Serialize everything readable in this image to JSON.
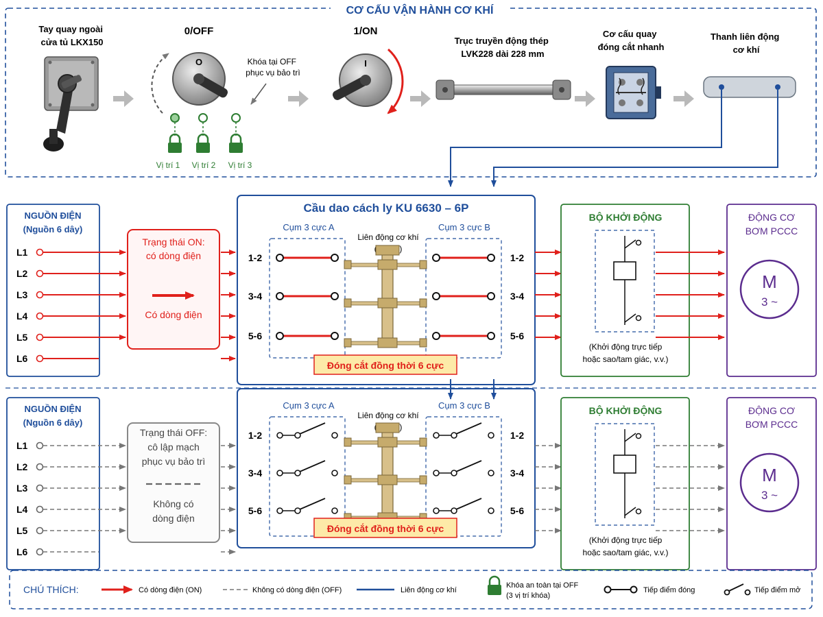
{
  "top": {
    "title": "CƠ CẤU VẬN HÀNH CƠ KHÍ",
    "handle_label": [
      "Tay quay ngoài",
      "cửa tủ LKX150"
    ],
    "off_label": "0/OFF",
    "off_dial": "O",
    "on_label": "1/ON",
    "on_dial": "I",
    "lock_note": [
      "Khóa tại OFF",
      "phục vụ bảo trì"
    ],
    "lock_positions": [
      "Vị trí 1",
      "Vị trí 2",
      "Vị trí 3"
    ],
    "shaft_label": [
      "Trục truyền động thép",
      "LVK228 dài 228 mm"
    ],
    "snap_label": [
      "Cơ cấu quay",
      "đóng cắt nhanh"
    ],
    "link_label": [
      "Thanh liên động",
      "cơ khí"
    ]
  },
  "panels": [
    {
      "state": "on",
      "source_title": [
        "NGUỒN ĐIỆN",
        "(Nguồn 6 dây)"
      ],
      "lines": [
        "L1",
        "L2",
        "L3",
        "L4",
        "L5",
        "L6"
      ],
      "state_text": [
        "Trạng thái ON:",
        "có dòng điện"
      ],
      "state_sub": [
        "Có dòng điện"
      ],
      "switch_title": "Cầu dao cách ly KU 6630 – 6P",
      "group_a": "Cụm 3 cực A",
      "group_b": "Cụm 3 cực B",
      "interlock": [
        "Liên động cơ khí",
        "(chung)"
      ],
      "pole_pairs": [
        "1-2",
        "3-4",
        "5-6"
      ],
      "switch_note": "Đóng cắt đồng thời 6 cực",
      "starter_title": "BỘ KHỞI ĐỘNG",
      "starter_note": [
        "(Khởi động trực tiếp",
        "hoặc sao/tam giác, v.v.)"
      ],
      "motor_title": [
        "ĐỘNG CƠ",
        "BƠM PCCC"
      ],
      "motor_symbol": [
        "M",
        "3 ~"
      ]
    },
    {
      "state": "off",
      "source_title": [
        "NGUỒN ĐIỆN",
        "(Nguồn 6 dây)"
      ],
      "lines": [
        "L1",
        "L2",
        "L3",
        "L4",
        "L5",
        "L6"
      ],
      "state_text": [
        "Trạng thái OFF:",
        "cô lập mạch",
        "phục vụ bảo trì"
      ],
      "state_sub": [
        "Không có",
        "dòng điện"
      ],
      "switch_title": "",
      "group_a": "Cụm 3 cực A",
      "group_b": "Cụm 3 cực B",
      "interlock": [
        "Liên động cơ khí",
        "(chung)"
      ],
      "pole_pairs": [
        "1-2",
        "3-4",
        "5-6"
      ],
      "switch_note": "Đóng cắt đồng thời 6 cực",
      "starter_title": "BỘ KHỞI ĐỘNG",
      "starter_note": [
        "(Khởi động trực tiếp",
        "hoặc sao/tam giác, v.v.)"
      ],
      "motor_title": [
        "ĐỘNG CƠ",
        "BƠM PCCC"
      ],
      "motor_symbol": [
        "M",
        "3 ~"
      ]
    }
  ],
  "legend": {
    "title": "CHÚ THÍCH:",
    "items": [
      {
        "type": "red-arrow",
        "text": [
          "Có dòng điện (ON)"
        ]
      },
      {
        "type": "gray-dash",
        "text": [
          "Không có dòng điện (OFF)"
        ]
      },
      {
        "type": "blue-line",
        "text": [
          "Liên động cơ khí"
        ]
      },
      {
        "type": "lock",
        "text": [
          "Khóa an toàn tại OFF",
          "(3 vị trí khóa)"
        ]
      },
      {
        "type": "closed-contact",
        "text": [
          "Tiếp điểm đóng"
        ]
      },
      {
        "type": "open-contact",
        "text": [
          "Tiếp điểm mở"
        ]
      }
    ]
  },
  "colors": {
    "blue": "#1f4e9b",
    "red": "#e0201b",
    "green": "#2e7d32",
    "purple": "#5b2c8e",
    "gray": "#777777",
    "beige": "#d8c08a"
  }
}
